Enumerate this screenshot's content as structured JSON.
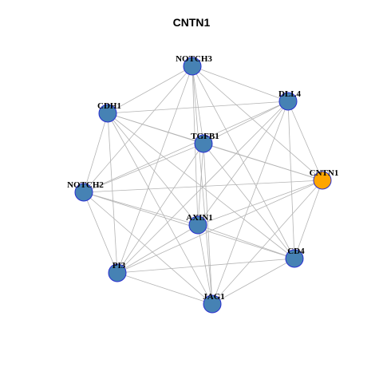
{
  "title": "CNTN1",
  "colors": {
    "node_default": "#4682b4",
    "node_highlight": "#ffa500",
    "node_border": "#2a2fd1",
    "edge": "#b4b4b4"
  },
  "highlight_node": "CNTN1",
  "nodes": [
    "NOTCH3",
    "DLL4",
    "CDH1",
    "TGFB1",
    "CNTN1",
    "NOTCH2",
    "AXIN1",
    "CD4",
    "PI3",
    "JAG1"
  ],
  "edges": [
    [
      "NOTCH3",
      "DLL4"
    ],
    [
      "NOTCH3",
      "CDH1"
    ],
    [
      "NOTCH3",
      "TGFB1"
    ],
    [
      "NOTCH3",
      "CNTN1"
    ],
    [
      "NOTCH3",
      "NOTCH2"
    ],
    [
      "NOTCH3",
      "AXIN1"
    ],
    [
      "NOTCH3",
      "CD4"
    ],
    [
      "NOTCH3",
      "PI3"
    ],
    [
      "NOTCH3",
      "JAG1"
    ],
    [
      "DLL4",
      "CDH1"
    ],
    [
      "DLL4",
      "TGFB1"
    ],
    [
      "DLL4",
      "CNTN1"
    ],
    [
      "DLL4",
      "NOTCH2"
    ],
    [
      "DLL4",
      "AXIN1"
    ],
    [
      "DLL4",
      "CD4"
    ],
    [
      "DLL4",
      "PI3"
    ],
    [
      "DLL4",
      "JAG1"
    ],
    [
      "CDH1",
      "TGFB1"
    ],
    [
      "CDH1",
      "CNTN1"
    ],
    [
      "CDH1",
      "NOTCH2"
    ],
    [
      "CDH1",
      "AXIN1"
    ],
    [
      "CDH1",
      "CD4"
    ],
    [
      "CDH1",
      "PI3"
    ],
    [
      "CDH1",
      "JAG1"
    ],
    [
      "TGFB1",
      "CNTN1"
    ],
    [
      "TGFB1",
      "NOTCH2"
    ],
    [
      "TGFB1",
      "AXIN1"
    ],
    [
      "TGFB1",
      "CD4"
    ],
    [
      "TGFB1",
      "PI3"
    ],
    [
      "TGFB1",
      "JAG1"
    ],
    [
      "CNTN1",
      "NOTCH2"
    ],
    [
      "CNTN1",
      "AXIN1"
    ],
    [
      "CNTN1",
      "CD4"
    ],
    [
      "CNTN1",
      "PI3"
    ],
    [
      "CNTN1",
      "JAG1"
    ],
    [
      "NOTCH2",
      "AXIN1"
    ],
    [
      "NOTCH2",
      "CD4"
    ],
    [
      "NOTCH2",
      "PI3"
    ],
    [
      "NOTCH2",
      "JAG1"
    ],
    [
      "AXIN1",
      "CD4"
    ],
    [
      "AXIN1",
      "PI3"
    ],
    [
      "AXIN1",
      "JAG1"
    ],
    [
      "CD4",
      "PI3"
    ],
    [
      "CD4",
      "JAG1"
    ],
    [
      "PI3",
      "JAG1"
    ]
  ]
}
